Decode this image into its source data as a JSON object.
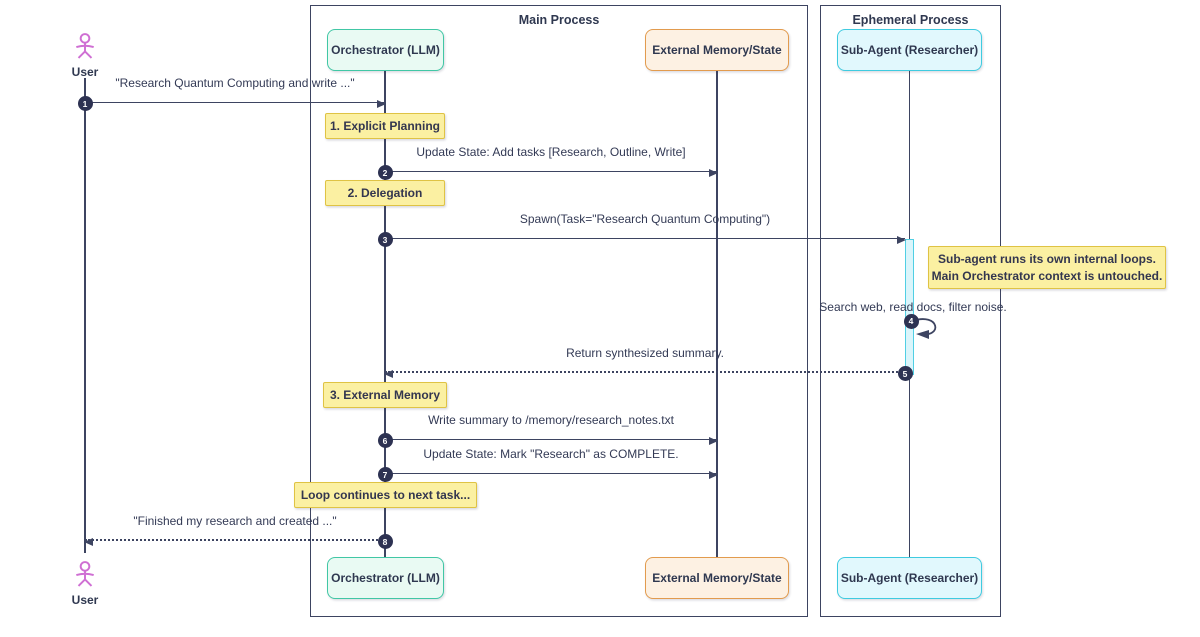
{
  "diagram_type": "sequence-diagram",
  "colors": {
    "line": "#3d4461",
    "text": "#333a55",
    "badge_bg": "#2d3252",
    "badge_text": "#ffffff",
    "note_bg": "#fbf0a2",
    "note_border": "#dfc344",
    "teal_bg": "#e9faf3",
    "teal_border": "#41c7a5",
    "orange_bg": "#fdf1e3",
    "orange_border": "#e29b4e",
    "cyan_bg": "#e1f8fd",
    "cyan_border": "#3fcbe0",
    "activation_bg": "#daf5fb",
    "activation_border": "#50cfe4",
    "actor_figure": "#cf6fd3"
  },
  "boundaries": {
    "main": {
      "label": "Main Process"
    },
    "ephemeral": {
      "label": "Ephemeral Process"
    }
  },
  "user": {
    "label": "User"
  },
  "participants": {
    "orchestrator": {
      "label": "Orchestrator (LLM)"
    },
    "memory": {
      "label": "External Memory/State"
    },
    "subagent": {
      "label": "Sub-Agent (Researcher)"
    }
  },
  "messages": [
    {
      "num": "1",
      "label": "\"Research Quantum Computing and write ...\"",
      "type": "solid",
      "from": "User",
      "to": "Orchestrator (LLM)"
    },
    {
      "num": "2",
      "label": "Update State: Add tasks [Research, Outline, Write]",
      "type": "solid",
      "from": "Orchestrator (LLM)",
      "to": "External Memory/State"
    },
    {
      "num": "3",
      "label": "Spawn(Task=\"Research Quantum Computing\")",
      "type": "solid",
      "from": "Orchestrator (LLM)",
      "to": "Sub-Agent (Researcher)"
    },
    {
      "num": "4",
      "label": "Search web, read docs, filter noise.",
      "type": "self",
      "from": "Sub-Agent (Researcher)",
      "to": "Sub-Agent (Researcher)"
    },
    {
      "num": "5",
      "label": "Return synthesized summary.",
      "type": "dotted",
      "from": "Sub-Agent (Researcher)",
      "to": "Orchestrator (LLM)"
    },
    {
      "num": "6",
      "label": "Write summary to /memory/research_notes.txt",
      "type": "solid",
      "from": "Orchestrator (LLM)",
      "to": "External Memory/State"
    },
    {
      "num": "7",
      "label": "Update State: Mark \"Research\" as COMPLETE.",
      "type": "solid",
      "from": "Orchestrator (LLM)",
      "to": "External Memory/State"
    },
    {
      "num": "8",
      "label": "\"Finished my research and created ...\"",
      "type": "dotted",
      "from": "Orchestrator (LLM)",
      "to": "User"
    }
  ],
  "notes": {
    "planning": {
      "label": "1. Explicit Planning"
    },
    "delegation": {
      "label": "2. Delegation"
    },
    "subagent_line1": "Sub-agent runs its own internal loops.",
    "subagent_line2": "Main Orchestrator context is untouched.",
    "external_memory": {
      "label": "3. External Memory"
    },
    "loop": {
      "label": "Loop continues to next task..."
    }
  }
}
